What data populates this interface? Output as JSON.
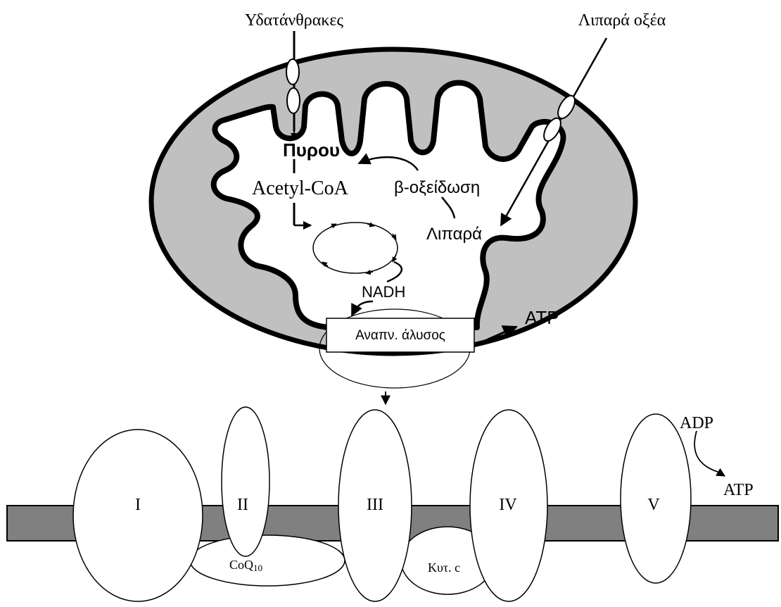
{
  "labels": {
    "carbohydrates": "Υδατάνθρακες",
    "fatty_acids": "Λιπαρά οξέα",
    "pyruvate": "Πυρου",
    "acetyl_coa": "Acetyl-CoA",
    "beta_oxidation": "β-οξείδωση",
    "lipids": "Λιπαρά",
    "nadh": "NADH",
    "resp_chain": "Αναπν. άλυσος",
    "atp_top": "ATP",
    "adp": "ADP",
    "atp_bottom": "ATP",
    "coq_main": "CoQ",
    "coq_sub": "10",
    "cyt_c": "Κυτ. c"
  },
  "complexes": [
    "I",
    "II",
    "III",
    "IV",
    "V"
  ],
  "colors": {
    "matrix_fill": "#c0c0c0",
    "membrane_fill": "#808080",
    "stroke": "#000000",
    "background": "#ffffff"
  }
}
